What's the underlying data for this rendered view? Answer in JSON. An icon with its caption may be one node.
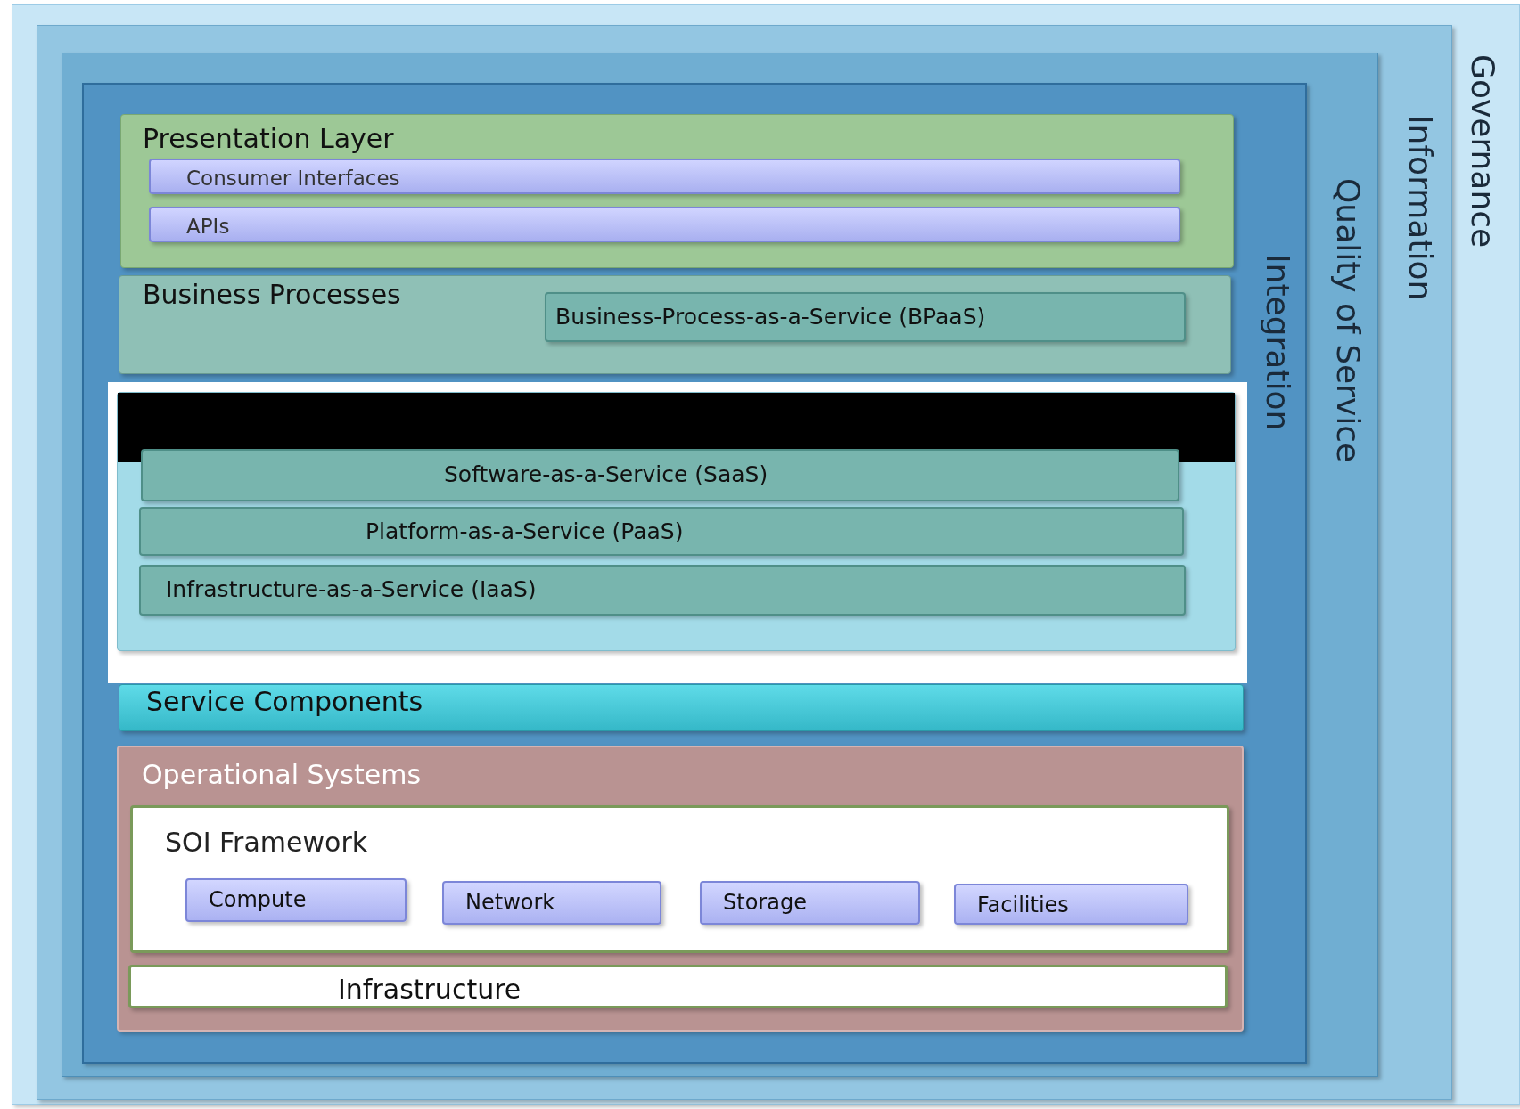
{
  "diagram": {
    "nodes": [
      {
        "text": [
          "Governance"
        ]
      },
      {
        "text": [
          "Information"
        ],
        "in": 0
      },
      {
        "text": [
          "Quality of Service"
        ],
        "in": 1
      },
      {
        "text": [
          "Integration"
        ],
        "in": 2
      },
      {
        "text": [
          "Presentation Layer"
        ],
        "in": 3
      },
      {
        "text": [
          "Consumer Interfaces"
        ],
        "in": 4
      },
      {
        "text": [
          "APIs"
        ],
        "in": 4
      },
      {
        "text": [
          "Business Processes"
        ],
        "in": 3
      },
      {
        "text": [
          "Business-Process-as-a-Service (BPaaS)"
        ],
        "in": 7
      },
      {
        "text": [],
        "shape": "box",
        "in": 3
      },
      {
        "text": [
          "Software-as-a-Service (SaaS)"
        ],
        "in": 9
      },
      {
        "text": [
          "Platform-as-a-Service (PaaS)"
        ],
        "in": 9
      },
      {
        "text": [
          "Infrastructure-as-a-Service (IaaS)"
        ],
        "in": 9
      },
      {
        "text": [
          "Service Components"
        ],
        "in": 3
      },
      {
        "text": [
          "Operational Systems"
        ],
        "in": 3
      },
      {
        "text": [
          "SOI Framework"
        ],
        "in": 14
      },
      {
        "text": [
          "Compute"
        ],
        "in": 15
      },
      {
        "text": [
          "Network"
        ],
        "in": 15
      },
      {
        "text": [
          "Storage"
        ],
        "in": 15
      },
      {
        "text": [
          "Facilities"
        ],
        "in": 15
      },
      {
        "text": [
          "Infrastructure"
        ],
        "in": 14
      }
    ]
  }
}
